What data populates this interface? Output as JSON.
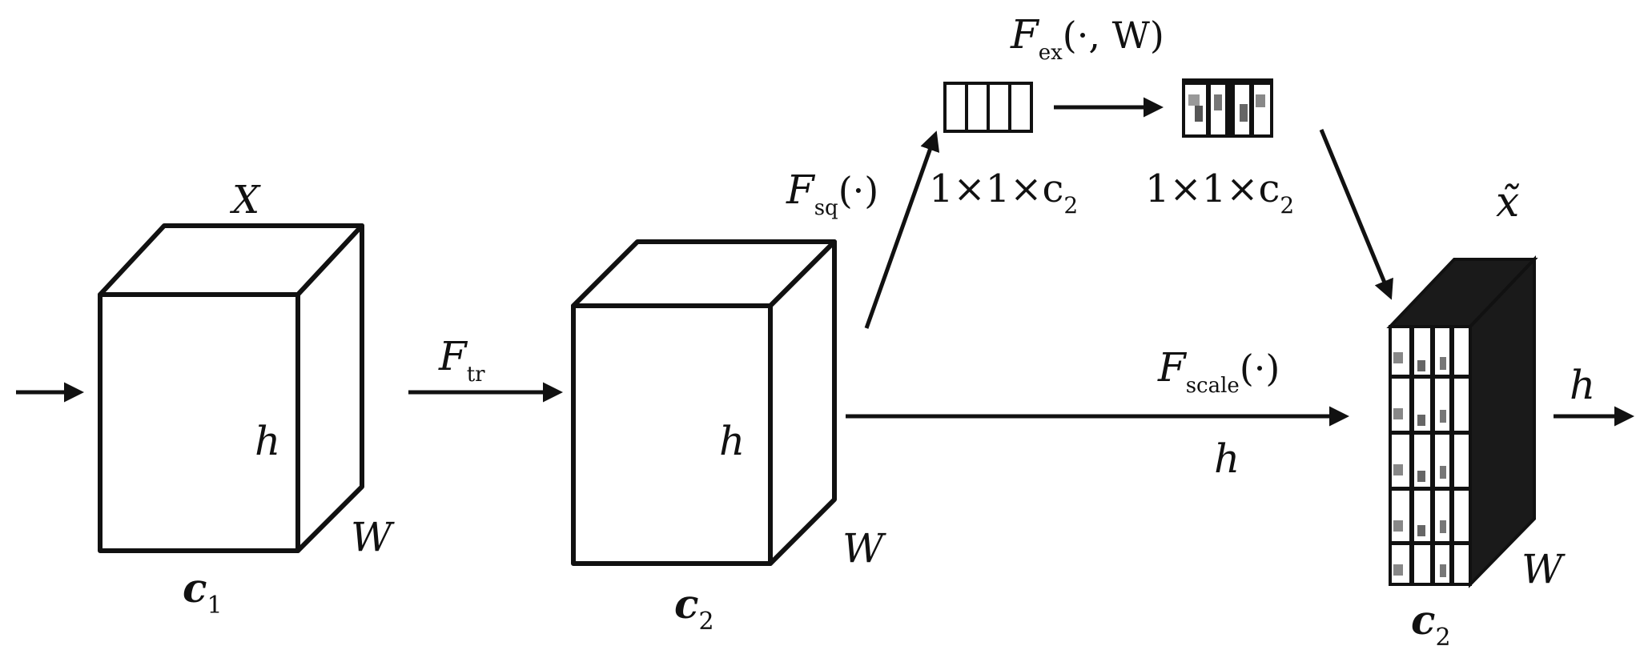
{
  "diagram": {
    "input_cube": {
      "top_label": "X",
      "height_label": "h",
      "depth_label": "W",
      "channel_label": "c",
      "channel_sub": "1"
    },
    "transform": {
      "label": "F",
      "sub": "tr"
    },
    "mid_cube": {
      "height_label": "h",
      "depth_label": "W",
      "channel_label": "c",
      "channel_sub": "2"
    },
    "squeeze": {
      "label": "F",
      "sub": "sq",
      "args": "(·)",
      "vector_label": "1×1×c",
      "vector_sub": "2"
    },
    "excite": {
      "label": "F",
      "sub": "ex",
      "args": "(·, W)",
      "vector_label": "1×1×c",
      "vector_sub": "2"
    },
    "scale": {
      "label": "F",
      "sub": "scale",
      "args": "(·)",
      "height_label": "h"
    },
    "output_cube": {
      "top_label": "x̃",
      "height_label": "h",
      "depth_label": "W",
      "channel_label": "c",
      "channel_sub": "2"
    }
  },
  "colors": {
    "stroke": "#111111",
    "fill": "#ffffff",
    "dark": "#1a1a1a"
  }
}
